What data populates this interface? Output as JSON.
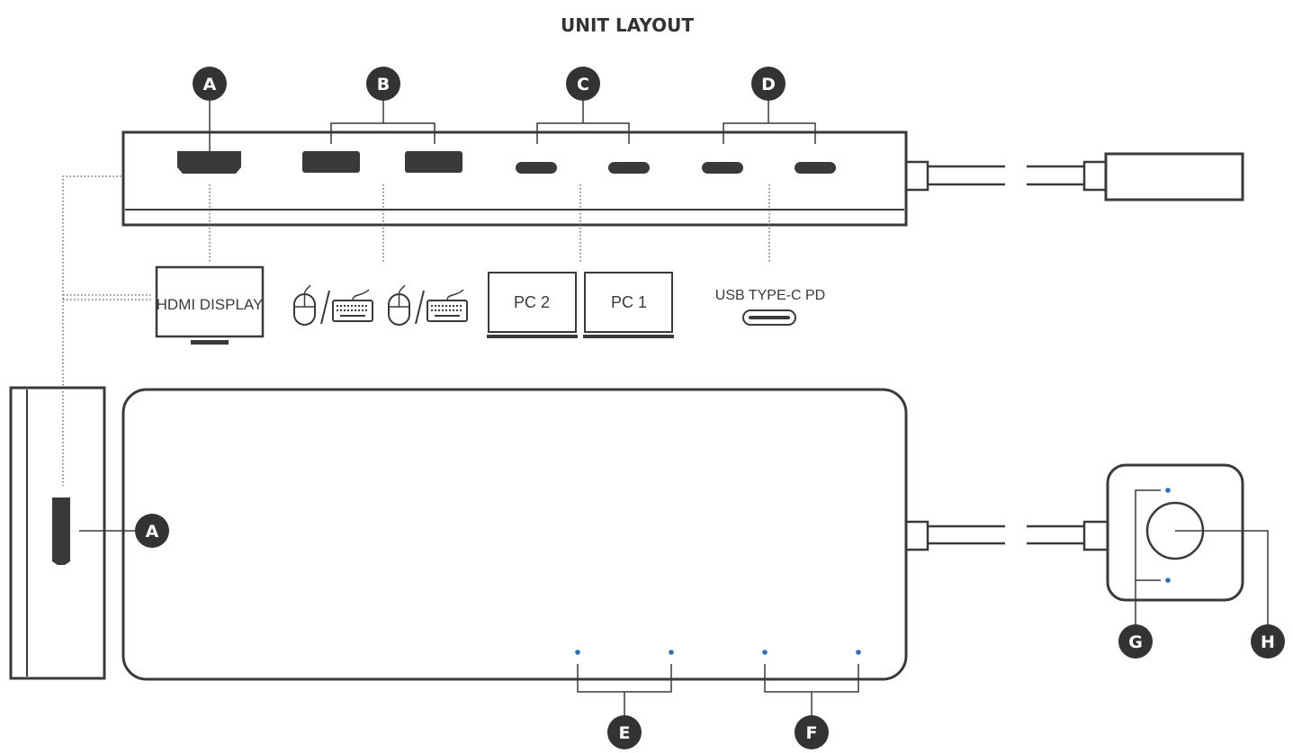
{
  "title": "UNIT LAYOUT",
  "colors": {
    "ink": "#3a3a3a",
    "badge": "#333333",
    "led": "#2f6fb5"
  },
  "badges": {
    "a_top": "A",
    "b": "B",
    "c": "C",
    "d": "D",
    "a_side": "A",
    "e": "E",
    "f": "F",
    "g": "G",
    "h": "H"
  },
  "labels": {
    "hdmi_display": "HDMI DISPLAY",
    "pc2": "PC 2",
    "pc1": "PC 1",
    "usb_c_pd": "USB TYPE-C PD"
  },
  "icons": {
    "mouse": "mouse-icon",
    "keyboard": "keyboard-icon",
    "monitor": "monitor-icon",
    "laptop": "laptop-icon",
    "usb_c": "usb-c-port-icon"
  }
}
